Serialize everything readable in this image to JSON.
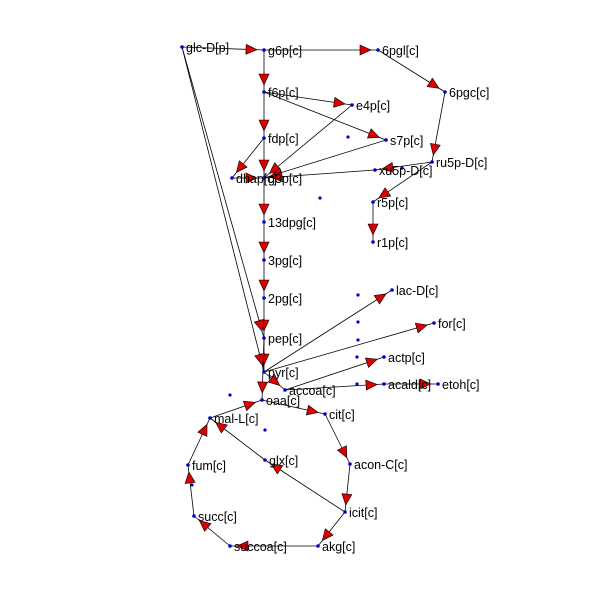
{
  "diagram": {
    "nodes": [
      {
        "id": "glc",
        "label": "glc-D[p]"
      },
      {
        "id": "g6p",
        "label": "g6p[c]"
      },
      {
        "id": "6pgl",
        "label": "6pgl[c]"
      },
      {
        "id": "6pgc",
        "label": "6pgc[c]"
      },
      {
        "id": "f6p",
        "label": "f6p[c]"
      },
      {
        "id": "e4p",
        "label": "e4p[c]"
      },
      {
        "id": "s7p",
        "label": "s7p[c]"
      },
      {
        "id": "ru5p",
        "label": "ru5p-D[c]"
      },
      {
        "id": "fdp",
        "label": "fdp[c]"
      },
      {
        "id": "xu5p",
        "label": "xu5p-D[c]"
      },
      {
        "id": "dhap",
        "label": "dhap[c]"
      },
      {
        "id": "g3p",
        "label": "g3p[c]"
      },
      {
        "id": "r5p",
        "label": "r5p[c]"
      },
      {
        "id": "13dpg",
        "label": "13dpg[c]"
      },
      {
        "id": "r1p",
        "label": "r1p[c]"
      },
      {
        "id": "3pg",
        "label": "3pg[c]"
      },
      {
        "id": "2pg",
        "label": "2pg[c]"
      },
      {
        "id": "lac",
        "label": "lac-D[c]"
      },
      {
        "id": "for",
        "label": "for[c]"
      },
      {
        "id": "pep",
        "label": "pep[c]"
      },
      {
        "id": "actp",
        "label": "actp[c]"
      },
      {
        "id": "pyr",
        "label": "pyr[c]"
      },
      {
        "id": "accoa",
        "label": "accoa[c]"
      },
      {
        "id": "acald",
        "label": "acald[c]"
      },
      {
        "id": "etoh",
        "label": "etoh[c]"
      },
      {
        "id": "oaa",
        "label": "oaa[c]"
      },
      {
        "id": "cit",
        "label": "cit[c]"
      },
      {
        "id": "mal",
        "label": "mal-L[c]"
      },
      {
        "id": "fum",
        "label": "fum[c]"
      },
      {
        "id": "glx",
        "label": "glx[c]"
      },
      {
        "id": "acon",
        "label": "acon-C[c]"
      },
      {
        "id": "succ",
        "label": "succ[c]"
      },
      {
        "id": "icit",
        "label": "icit[c]"
      },
      {
        "id": "succoa",
        "label": "succoa[c]"
      },
      {
        "id": "akg",
        "label": "akg[c]"
      }
    ],
    "edges": [
      [
        "glc",
        "g6p"
      ],
      [
        "g6p",
        "6pgl"
      ],
      [
        "6pgl",
        "6pgc"
      ],
      [
        "6pgc",
        "ru5p"
      ],
      [
        "g6p",
        "f6p"
      ],
      [
        "f6p",
        "fdp"
      ],
      [
        "fdp",
        "g3p"
      ],
      [
        "fdp",
        "dhap"
      ],
      [
        "dhap",
        "g3p"
      ],
      [
        "g3p",
        "13dpg"
      ],
      [
        "13dpg",
        "3pg"
      ],
      [
        "3pg",
        "2pg"
      ],
      [
        "2pg",
        "pep"
      ],
      [
        "pep",
        "pyr"
      ],
      [
        "ru5p",
        "xu5p"
      ],
      [
        "ru5p",
        "r5p"
      ],
      [
        "r5p",
        "r1p"
      ],
      [
        "f6p",
        "e4p"
      ],
      [
        "f6p",
        "s7p"
      ],
      [
        "e4p",
        "g3p"
      ],
      [
        "s7p",
        "g3p"
      ],
      [
        "xu5p",
        "g3p"
      ],
      [
        "pyr",
        "lac"
      ],
      [
        "pyr",
        "for"
      ],
      [
        "pyr",
        "accoa"
      ],
      [
        "accoa",
        "actp"
      ],
      [
        "accoa",
        "acald"
      ],
      [
        "acald",
        "etoh"
      ],
      [
        "pep",
        "oaa"
      ],
      [
        "glc",
        "pep"
      ],
      [
        "glc",
        "pyr"
      ],
      [
        "oaa",
        "cit"
      ],
      [
        "cit",
        "acon"
      ],
      [
        "acon",
        "icit"
      ],
      [
        "icit",
        "akg"
      ],
      [
        "akg",
        "succoa"
      ],
      [
        "succoa",
        "succ"
      ],
      [
        "succ",
        "fum"
      ],
      [
        "fum",
        "mal"
      ],
      [
        "mal",
        "oaa"
      ],
      [
        "icit",
        "glx"
      ],
      [
        "glx",
        "mal"
      ]
    ]
  },
  "colors": {
    "arrow_fill": "#dd0000",
    "node_dot": "#0000cc",
    "edge": "#000000",
    "label": "#000000"
  }
}
